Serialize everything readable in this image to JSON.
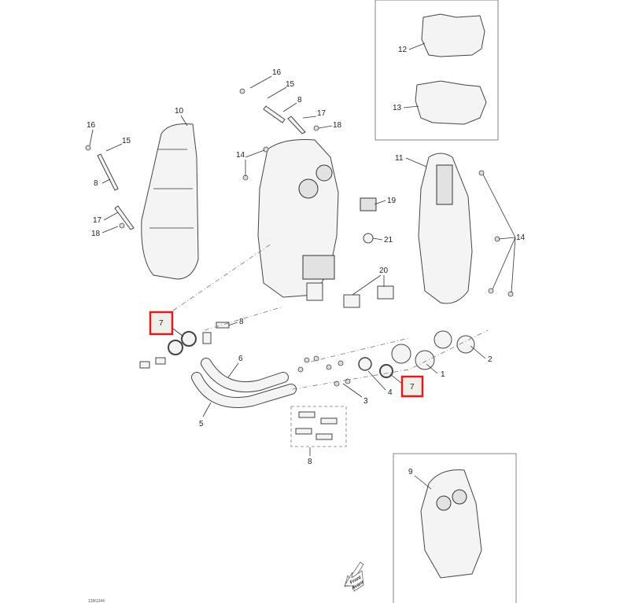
{
  "diagram": {
    "drawing_id": "13M1344",
    "front_arrow": {
      "line1": "Front",
      "line2": "Avant"
    },
    "highlight_color": "#e01b1b",
    "callouts": {
      "c16a": "16",
      "c15a": "15",
      "c8a": "8",
      "c17a": "17",
      "c18a": "18",
      "c10": "10",
      "c16b": "16",
      "c15b": "15",
      "c8b": "8",
      "c17b": "17",
      "c18b": "18",
      "c14a": "14",
      "c12": "12",
      "c13": "13",
      "c11": "11",
      "c19": "19",
      "c21": "21",
      "c20": "20",
      "c14b": "14",
      "c7a": "7",
      "c8c": "8",
      "c6": "6",
      "c5": "5",
      "c3": "3",
      "c4": "4",
      "c1": "1",
      "c2": "2",
      "c7b": "7",
      "c8d": "8",
      "c9": "9"
    }
  }
}
